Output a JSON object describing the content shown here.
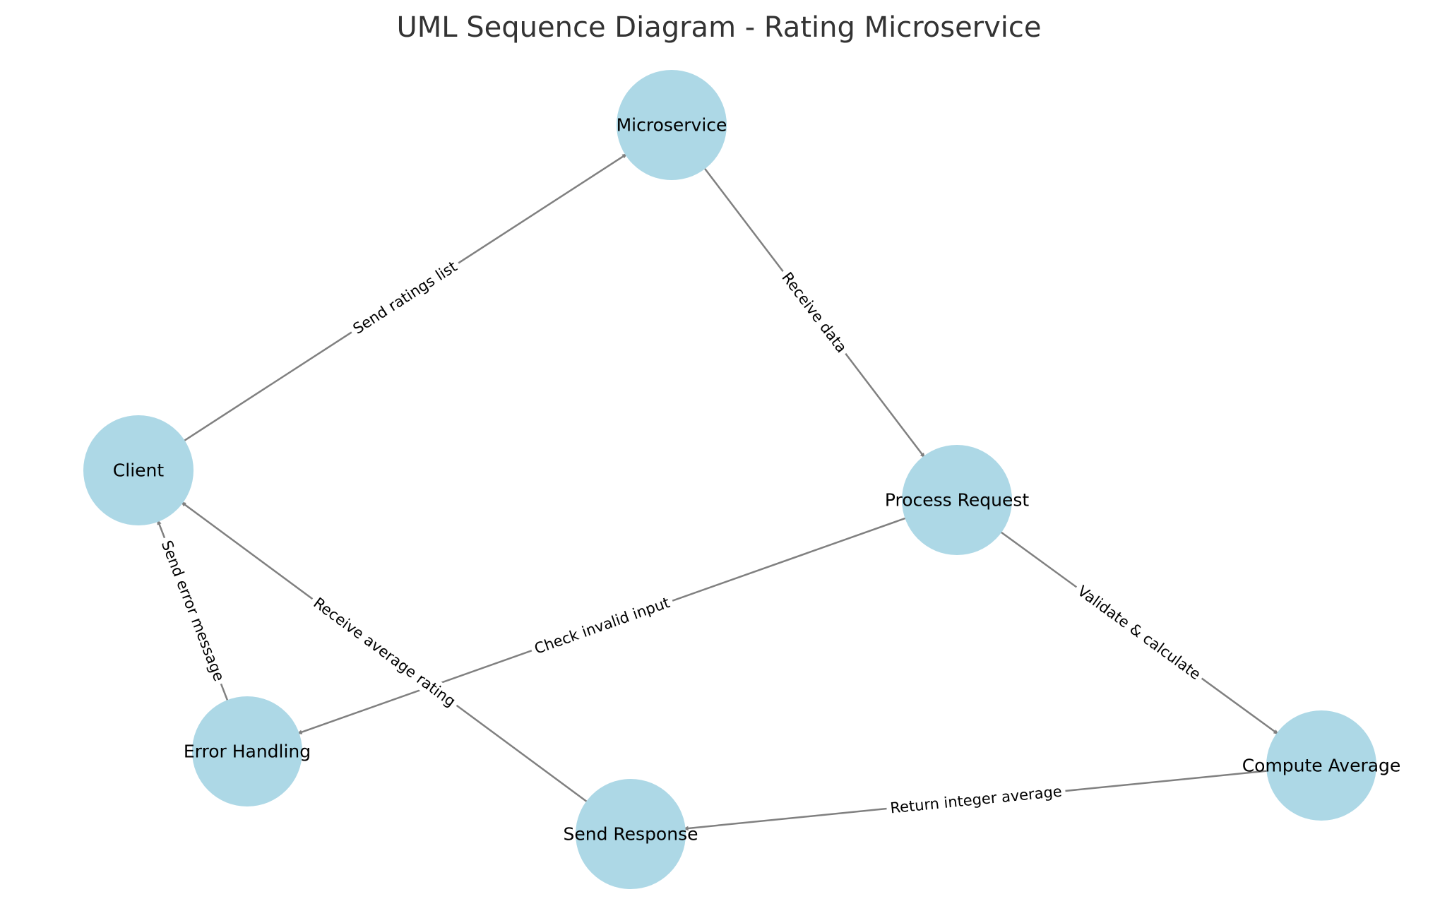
{
  "title": "UML Sequence Diagram - Rating Microservice",
  "colors": {
    "node_fill": "#add8e6",
    "edge": "#808080",
    "title": "#333333",
    "text": "#000000"
  },
  "nodes": [
    {
      "id": "client",
      "label": "Client"
    },
    {
      "id": "microservice",
      "label": "Microservice"
    },
    {
      "id": "process",
      "label": "Process Request"
    },
    {
      "id": "error",
      "label": "Error Handling"
    },
    {
      "id": "compute",
      "label": "Compute Average"
    },
    {
      "id": "response",
      "label": "Send Response"
    }
  ],
  "edges": [
    {
      "from": "client",
      "to": "microservice",
      "label": "Send ratings list"
    },
    {
      "from": "microservice",
      "to": "process",
      "label": "Receive data"
    },
    {
      "from": "process",
      "to": "error",
      "label": "Check invalid input"
    },
    {
      "from": "process",
      "to": "compute",
      "label": "Validate & calculate"
    },
    {
      "from": "compute",
      "to": "response",
      "label": "Return integer average"
    },
    {
      "from": "response",
      "to": "client",
      "label": "Receive average rating"
    },
    {
      "from": "error",
      "to": "client",
      "label": "Send error message"
    }
  ]
}
